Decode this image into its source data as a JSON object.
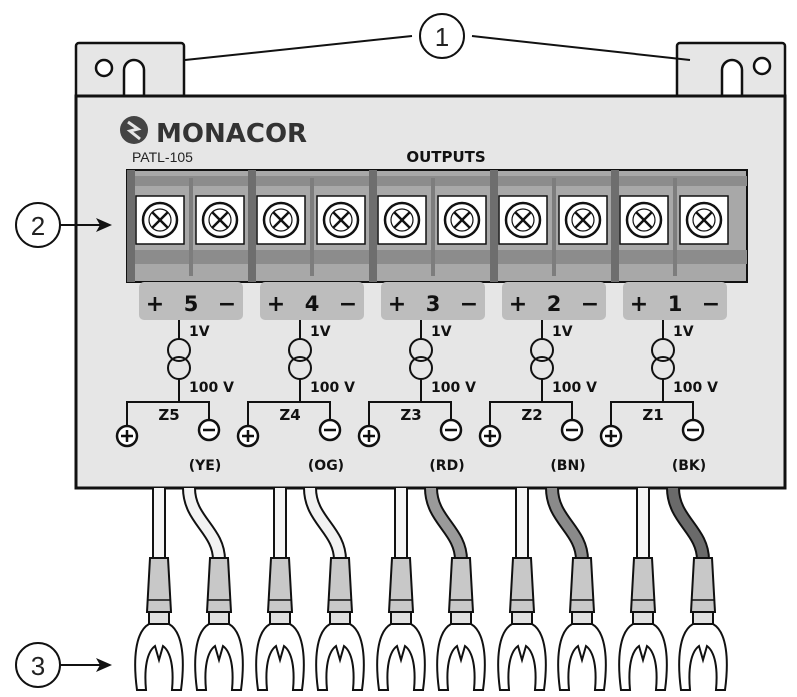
{
  "brand": {
    "name": "MONACOR",
    "model": "PATL-105"
  },
  "outputs_title": "OUTPUTS",
  "callouts": [
    "1",
    "2",
    "3"
  ],
  "channels": [
    {
      "number": "5",
      "zone": "Z5",
      "color_code": "(YE)",
      "wire_color": "#f2f2f2"
    },
    {
      "number": "4",
      "zone": "Z4",
      "color_code": "(OG)",
      "wire_color": "#f2f2f2"
    },
    {
      "number": "3",
      "zone": "Z3",
      "color_code": "(RD)",
      "wire_color": "#9a9a9a"
    },
    {
      "number": "2",
      "zone": "Z2",
      "color_code": "(BN)",
      "wire_color": "#8a8a8a"
    },
    {
      "number": "1",
      "zone": "Z1",
      "color_code": "(BK)",
      "wire_color": "#6a6a6a"
    }
  ],
  "polarity": {
    "plus": "+",
    "minus": "−"
  },
  "transformer": {
    "low": "1V",
    "high": "100 V"
  },
  "colors": {
    "panel": "#e6e6e6",
    "terminal": "#a8a8a8",
    "outline": "#111111"
  }
}
